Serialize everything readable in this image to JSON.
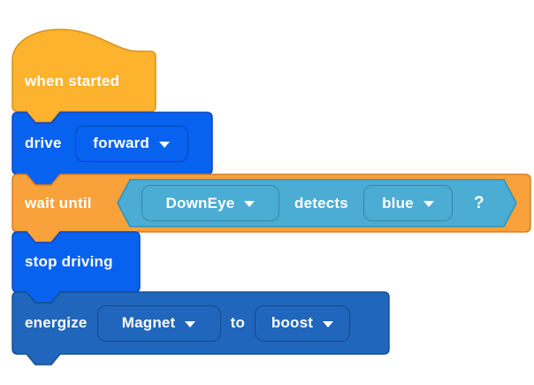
{
  "blocks": {
    "when_started": {
      "label": "when started"
    },
    "drive": {
      "label": "drive",
      "direction_dropdown": {
        "value": "forward"
      }
    },
    "wait_until": {
      "label": "wait until",
      "condition": {
        "sensor_dropdown": {
          "value": "DownEye"
        },
        "verb": "detects",
        "color_dropdown": {
          "value": "blue"
        },
        "suffix": "?"
      }
    },
    "stop_driving": {
      "label": "stop driving"
    },
    "energize": {
      "label": "energize",
      "magnet_dropdown": {
        "value": "Magnet"
      },
      "to_label": "to",
      "mode_dropdown": {
        "value": "boost"
      }
    }
  },
  "colors": {
    "when_started_fill": "#FDB32D",
    "when_started_stroke": "#D6921E",
    "drive_fill": "#0862F0",
    "drive_stroke": "#0845C2",
    "wait_fill": "#F9A13A",
    "wait_stroke": "#DA7E1E",
    "hex_fill": "#4BACD4",
    "hex_stroke": "#2E93BE",
    "stop_fill": "#0862F0",
    "stop_stroke": "#0845C2",
    "energize_fill": "#2066BC",
    "energize_stroke": "#154E92"
  }
}
